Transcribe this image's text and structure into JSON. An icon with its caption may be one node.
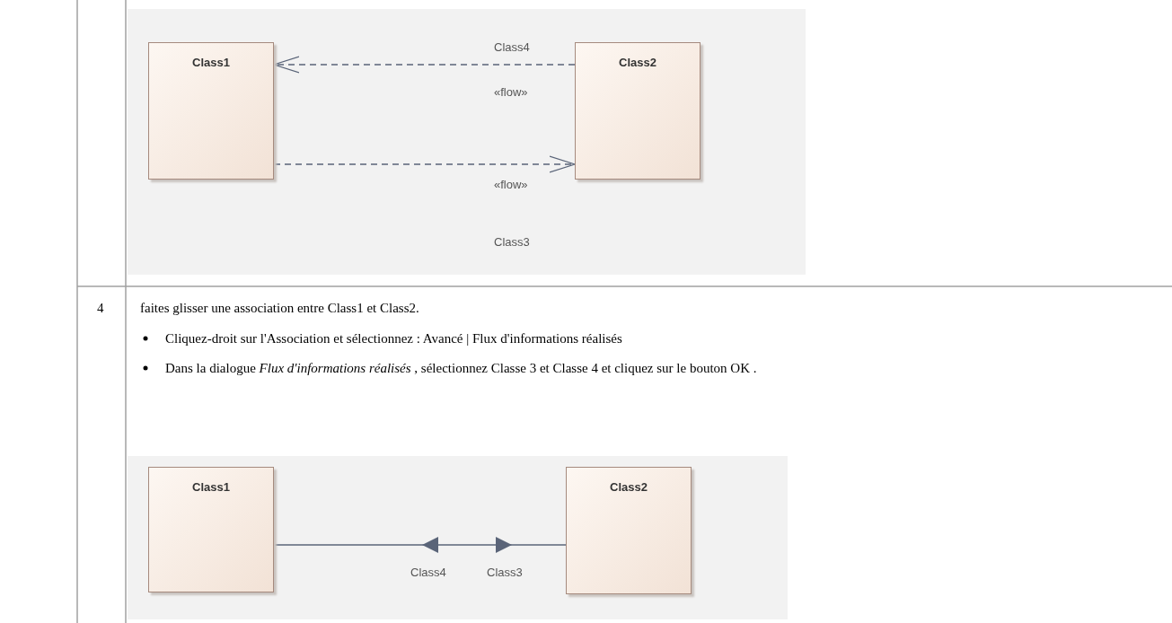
{
  "diagram": {
    "nodes": [
      {
        "text": [
          "Class1"
        ]
      },
      {
        "text": [
          "Class2"
        ]
      },
      {
        "text": [
          "Class1"
        ]
      },
      {
        "text": [
          "Class2"
        ]
      }
    ],
    "edges": [
      {
        "from": 1,
        "to": 0,
        "arrow": "to",
        "style": "dashed",
        "label": "Class4"
      },
      {
        "from": 0,
        "to": 1,
        "arrow": "to",
        "style": "dashed",
        "label": "«flow»"
      },
      {
        "from": 2,
        "to": 3,
        "arrow": "both"
      }
    ],
    "labels": [
      "«flow»",
      "Class3",
      "4",
      "faites glisser une association entre Class1 et Class2.",
      "Cliquez-droit sur l'Association et sélectionnez : Avancé | Flux d'informations réalisés",
      "Dans la dialogue *Flux d'informations réalisés* , sélectionnez Classe 3 et Classe 4 et cliquez sur le bouton OK .",
      "Class4",
      "Class3"
    ]
  }
}
